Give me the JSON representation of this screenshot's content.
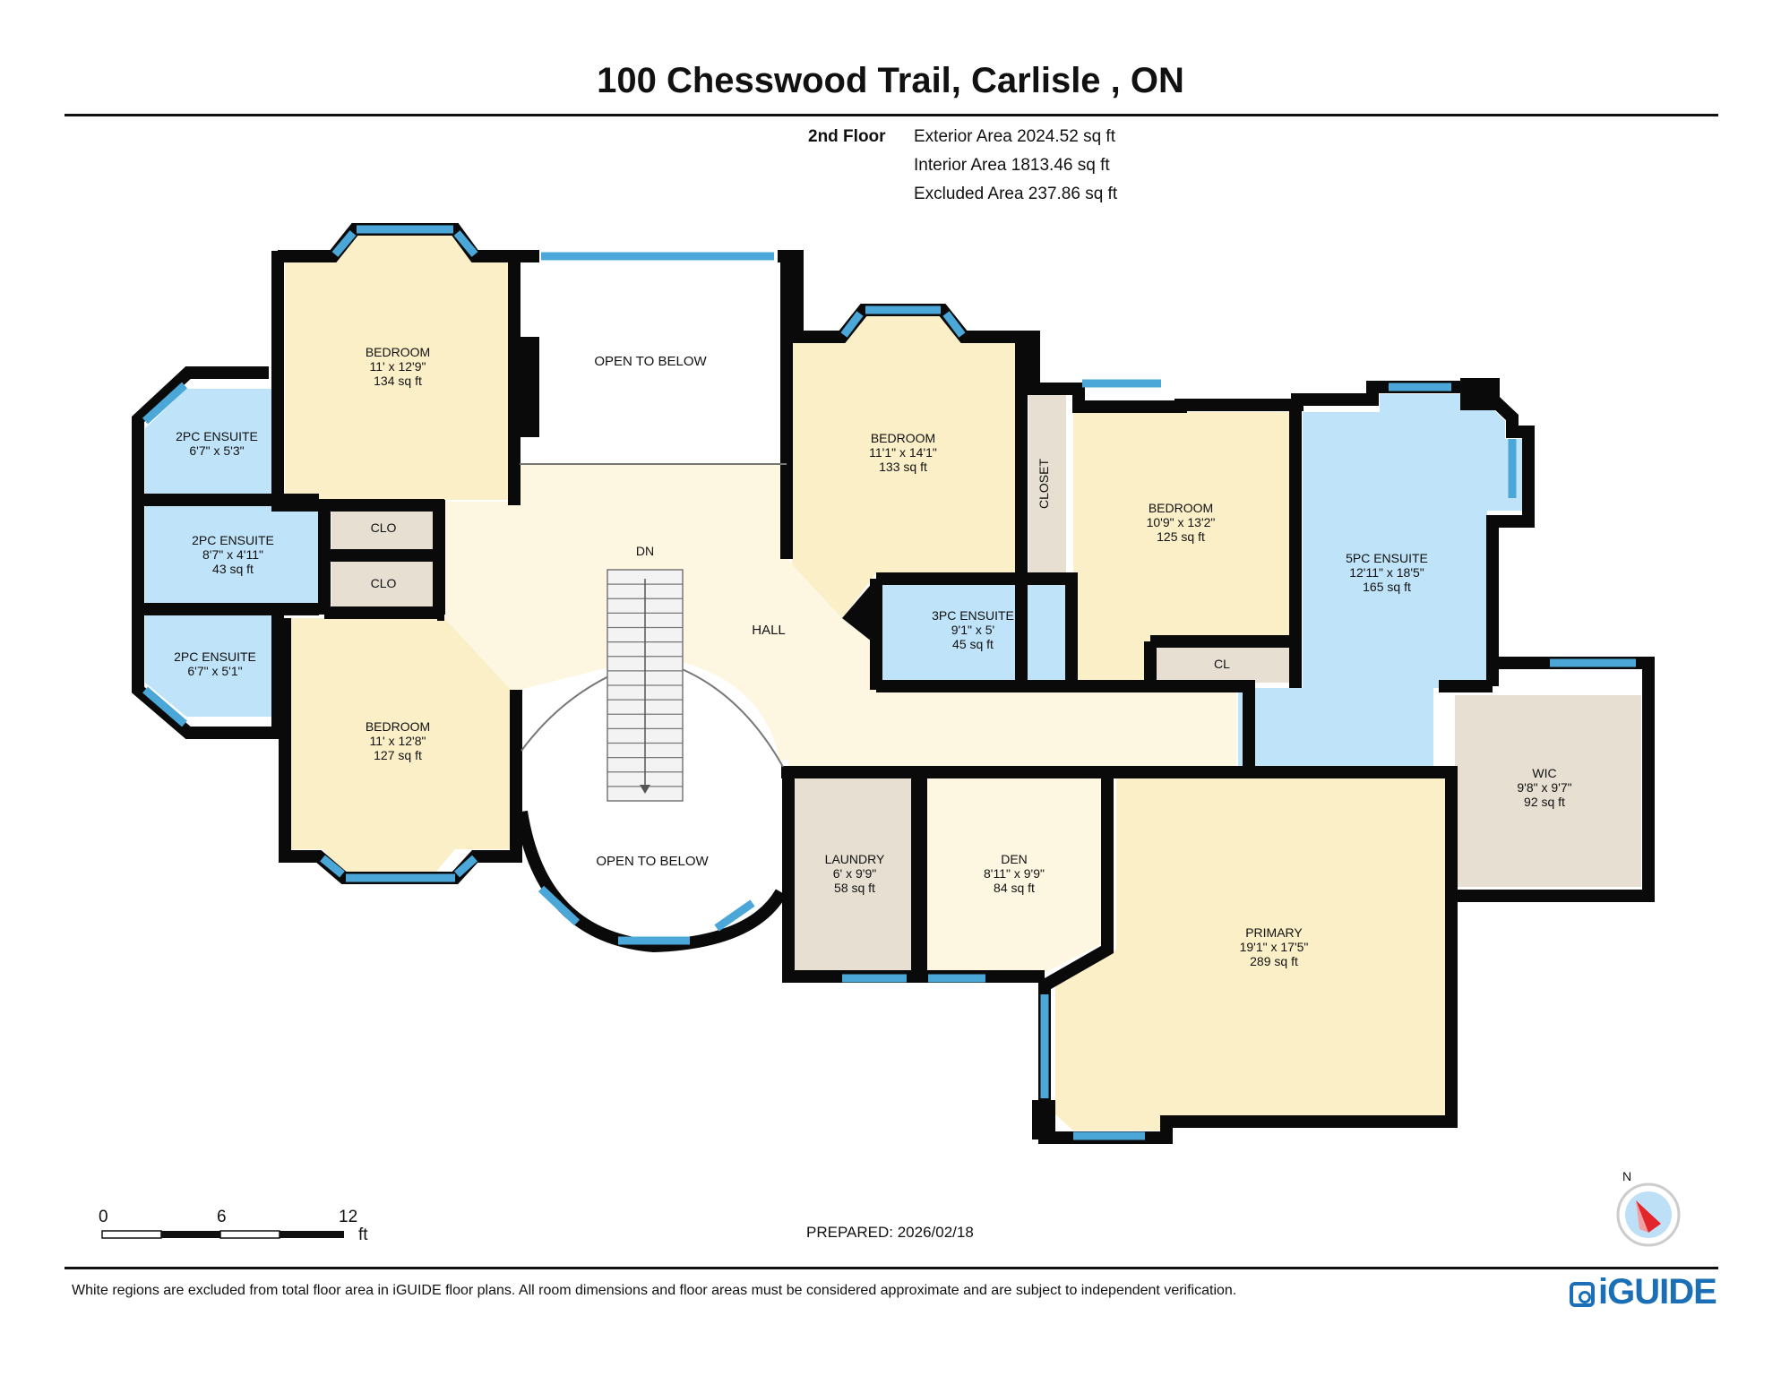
{
  "title": "100 Chesswood Trail, Carlisle , ON",
  "floor": {
    "name": "2nd Floor",
    "exterior_area": "Exterior Area 2024.52 sq ft",
    "interior_area": "Interior Area 1813.46 sq ft",
    "excluded_area": "Excluded Area 237.86 sq ft"
  },
  "rooms": {
    "bedroom_nw": {
      "name": "BEDROOM",
      "dims": "11' x 12'9\"",
      "area": "134 sq ft"
    },
    "open_below_top": {
      "name": "OPEN TO BELOW"
    },
    "bedroom_mid": {
      "name": "BEDROOM",
      "dims": "11'1\" x 14'1\"",
      "area": "133 sq ft"
    },
    "closet": {
      "name": "CLOSET"
    },
    "bedroom_ne": {
      "name": "BEDROOM",
      "dims": "10'9\" x 13'2\"",
      "area": "125 sq ft"
    },
    "ensuite_5pc": {
      "name": "5PC ENSUITE",
      "dims": "12'11\" x 18'5\"",
      "area": "165 sq ft"
    },
    "ensuite_2pc_top": {
      "name": "2PC ENSUITE",
      "dims": "6'7\" x 5'3\""
    },
    "ensuite_2pc_mid": {
      "name": "2PC ENSUITE",
      "dims": "8'7\" x 4'11\"",
      "area": "43 sq ft"
    },
    "ensuite_2pc_bot": {
      "name": "2PC ENSUITE",
      "dims": "6'7\" x 5'1\""
    },
    "clo_1": {
      "name": "CLO"
    },
    "clo_2": {
      "name": "CLO"
    },
    "dn": {
      "name": "DN"
    },
    "hall": {
      "name": "HALL"
    },
    "ensuite_3pc": {
      "name": "3PC ENSUITE",
      "dims": "9'1\" x 5'",
      "area": "45 sq ft"
    },
    "cl": {
      "name": "CL"
    },
    "bedroom_sw": {
      "name": "BEDROOM",
      "dims": "11' x 12'8\"",
      "area": "127 sq ft"
    },
    "open_below_round": {
      "name": "OPEN TO BELOW"
    },
    "laundry": {
      "name": "LAUNDRY",
      "dims": "6' x 9'9\"",
      "area": "58 sq ft"
    },
    "den": {
      "name": "DEN",
      "dims": "8'11\" x 9'9\"",
      "area": "84 sq ft"
    },
    "primary": {
      "name": "PRIMARY",
      "dims": "19'1\" x 17'5\"",
      "area": "289 sq ft"
    },
    "wic": {
      "name": "WIC",
      "dims": "9'8\" x 9'7\"",
      "area": "92 sq ft"
    }
  },
  "colors": {
    "bedroom": "#fbefc8",
    "bath": "#bfe3f8",
    "utility": "#e7dfd2",
    "hall": "#fdf7e2",
    "open": "#ffffff",
    "wall": "#0a0a0a",
    "window": "#4aa7d8",
    "compass_needle": "#e3262b"
  },
  "scale": {
    "tick0": "0",
    "tick1": "6",
    "tick2": "12",
    "unit": "ft"
  },
  "compass": {
    "label": "N"
  },
  "prepared": "PREPARED: 2026/02/18",
  "disclaimer": "White regions are excluded from total floor area in iGUIDE floor plans. All room dimensions and floor areas must be considered approximate and are subject to independent verification.",
  "logo": "iGUIDE"
}
